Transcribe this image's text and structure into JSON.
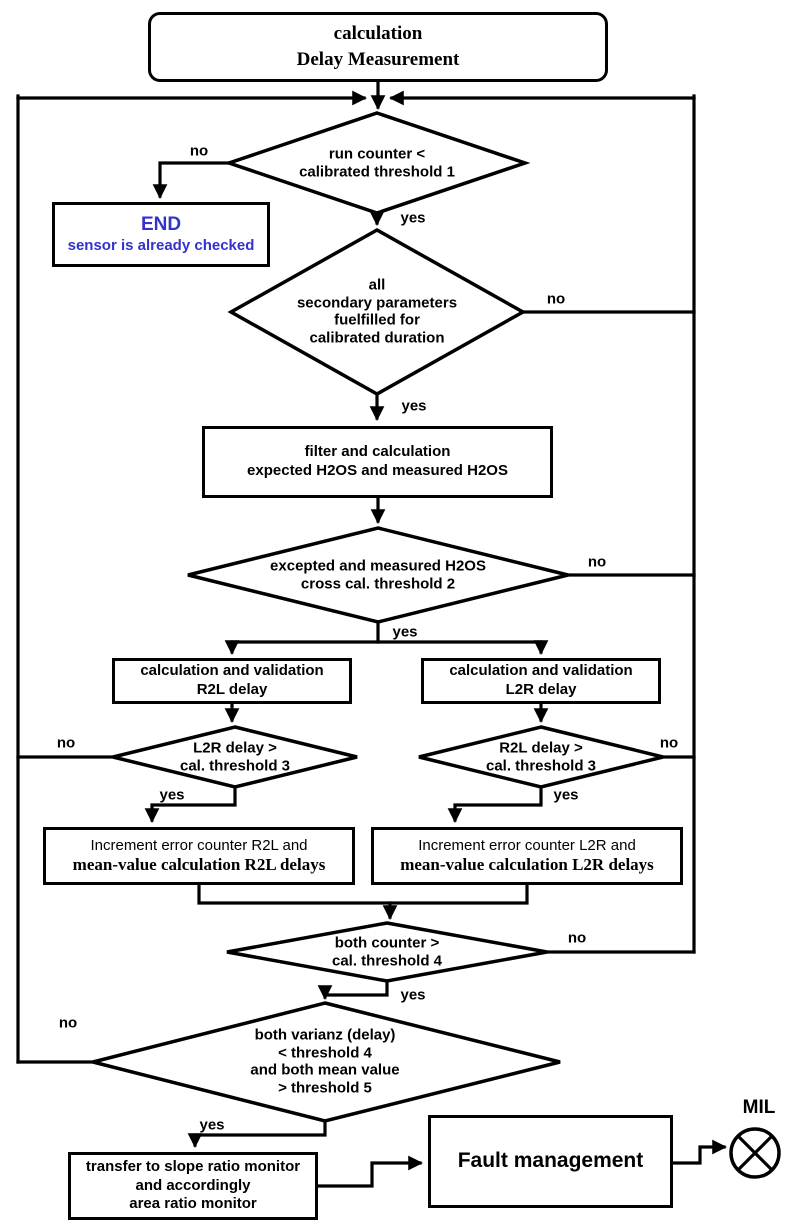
{
  "labels": {
    "yes": "yes",
    "no": "no"
  },
  "title": {
    "lines": [
      "calculation",
      "Delay Measurement"
    ]
  },
  "nodes": {
    "end": {
      "title": "END",
      "subtitle": "sensor is already checked"
    },
    "run_counter": {
      "lines": [
        "run counter <",
        "calibrated threshold 1"
      ]
    },
    "secondary_params": {
      "lines": [
        "all",
        "secondary parameters",
        "fuelfilled for",
        "calibrated duration"
      ]
    },
    "filter_calc": {
      "lines": [
        "filter and calculation",
        "expected H2OS and measured H2OS"
      ]
    },
    "cross_threshold": {
      "lines": [
        "excepted and measured H2OS",
        "cross cal. threshold 2"
      ]
    },
    "calc_r2l": {
      "lines": [
        "calculation and validation",
        "R2L delay"
      ]
    },
    "calc_l2r": {
      "lines": [
        "calculation and validation",
        "L2R delay"
      ]
    },
    "l2r_threshold": {
      "lines": [
        "L2R delay >",
        "cal. threshold 3"
      ]
    },
    "r2l_threshold": {
      "lines": [
        "R2L delay >",
        "cal. threshold 3"
      ]
    },
    "inc_r2l": {
      "line1": "Increment error counter R2L and",
      "line2": "mean-value calculation R2L delays"
    },
    "inc_l2r": {
      "line1": "Increment error counter L2R and",
      "line2": "mean-value calculation L2R delays"
    },
    "both_counter": {
      "lines": [
        "both counter >",
        "cal. threshold 4"
      ]
    },
    "both_varianz": {
      "lines": [
        "both varianz (delay)",
        "< threshold 4",
        "and both mean value",
        "> threshold 5"
      ]
    },
    "transfer": {
      "lines": [
        "transfer to slope ratio monitor",
        "and accordingly",
        "area ratio monitor"
      ]
    },
    "fault": {
      "label": "Fault management"
    },
    "mil": {
      "label": "MIL"
    }
  },
  "colors": {
    "line": "#000000",
    "end_text": "#3333cc",
    "background": "#ffffff"
  }
}
